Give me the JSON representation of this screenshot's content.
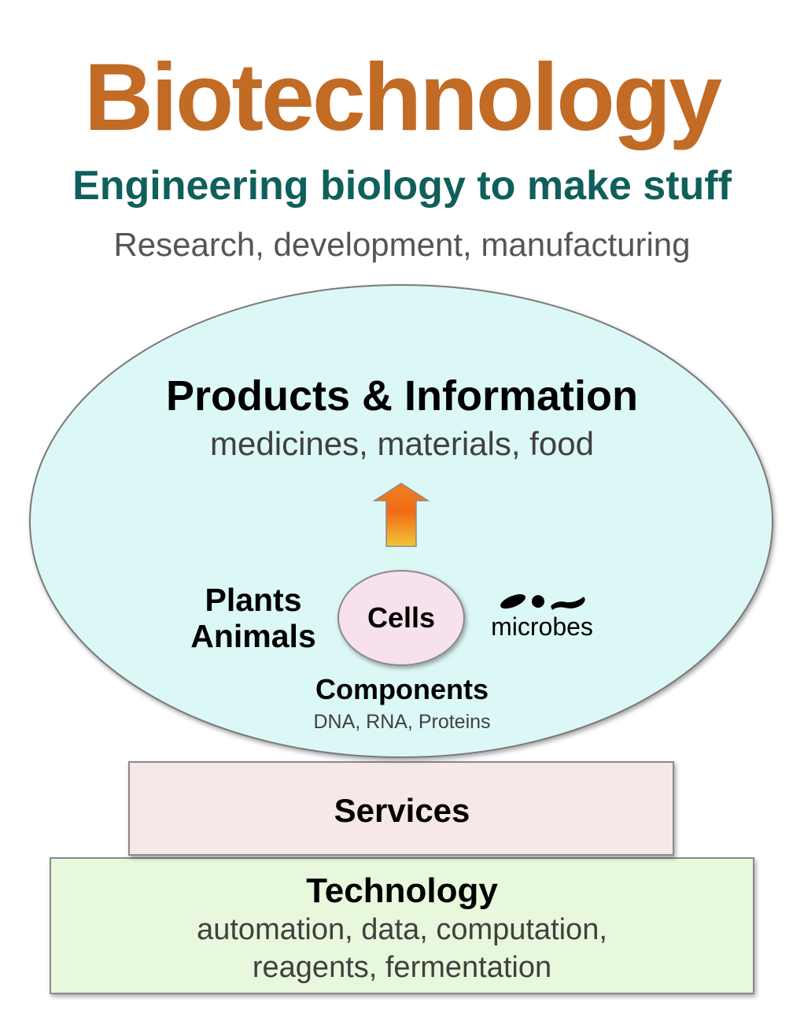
{
  "header": {
    "title": "Biotechnology",
    "subtitle": "Engineering biology to make stuff",
    "tagline": "Research, development, manufacturing"
  },
  "oval": {
    "products_title": "Products & Information",
    "products_sub": "medicines, materials, food",
    "plants": "Plants",
    "animals": "Animals",
    "cells": "Cells",
    "microbes": "microbes",
    "components": "Components",
    "components_sub": "DNA, RNA, Proteins"
  },
  "services": {
    "label": "Services"
  },
  "technology": {
    "title": "Technology",
    "line1": "automation, data, computation,",
    "line2": "reagents, fermentation"
  },
  "colors": {
    "title": "#c06a24",
    "subtitle": "#0e5e5a",
    "tagline": "#555555",
    "oval_fill": "#dcf7f5",
    "cells_fill": "#f6e0ec",
    "services_fill": "#f5e6e4",
    "technology_fill": "#e6f7dc",
    "arrow_top": "#f28a1c",
    "arrow_bottom": "#f0c030"
  },
  "icons": {
    "arrow": "up-arrow-icon",
    "microbes": "microbe-shapes-icon"
  }
}
